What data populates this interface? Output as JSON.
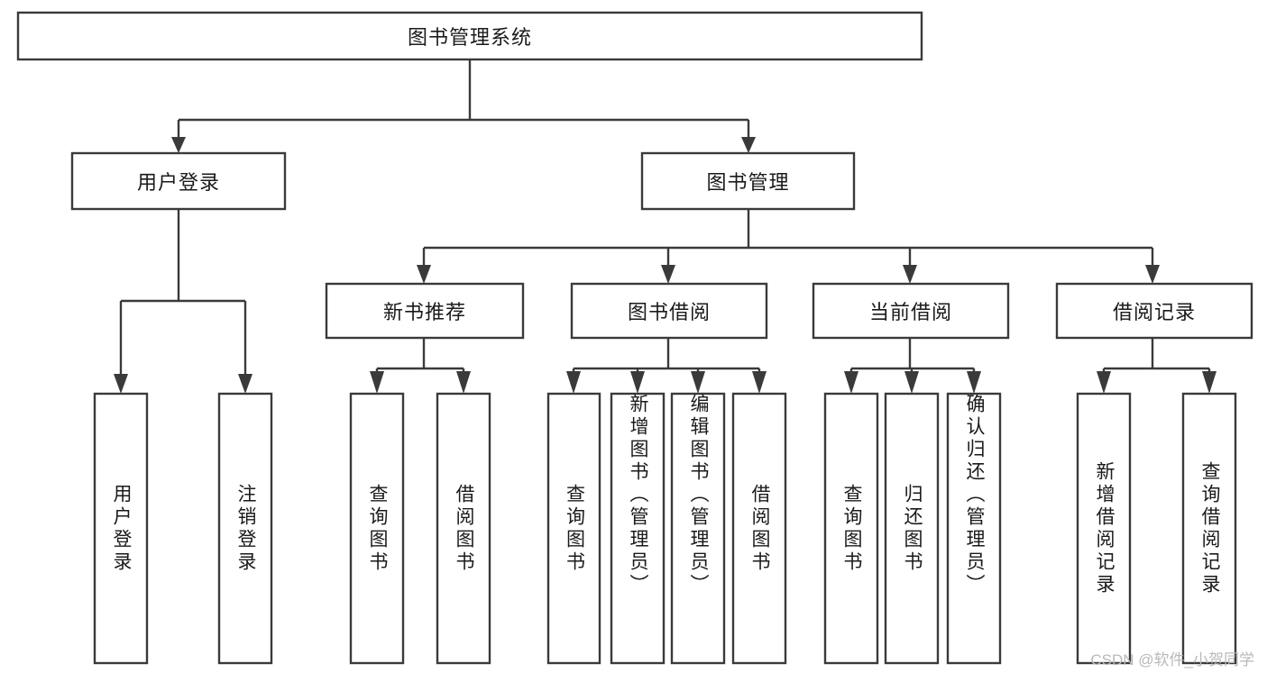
{
  "diagram": {
    "type": "tree-hierarchy-chart",
    "title": "图书管理系统",
    "watermark": "CSDN @软件_小贺同学",
    "colors": {
      "stroke": "#3a3a3a",
      "fill": "#ffffff",
      "text": "#1a1a1a",
      "watermark": "#b9b9b9"
    },
    "root": {
      "label": "图书管理系统"
    },
    "level1": [
      {
        "label": "用户登录"
      },
      {
        "label": "图书管理"
      }
    ],
    "level2": [
      {
        "label": "新书推荐"
      },
      {
        "label": "图书借阅"
      },
      {
        "label": "当前借阅"
      },
      {
        "label": "借阅记录"
      }
    ],
    "leaves": {
      "user_login": [
        {
          "label": "用户登录"
        },
        {
          "label": "注销登录"
        }
      ],
      "new_book_recommend": [
        {
          "label": "查询图书"
        },
        {
          "label": "借阅图书"
        }
      ],
      "book_borrow": [
        {
          "label": "查询图书"
        },
        {
          "label": "新增图书（管理员）"
        },
        {
          "label": "编辑图书（管理员）"
        },
        {
          "label": "借阅图书"
        }
      ],
      "current_borrow": [
        {
          "label": "查询图书"
        },
        {
          "label": "归还图书"
        },
        {
          "label": "确认归还（管理员）"
        }
      ],
      "borrow_record": [
        {
          "label": "新增借阅记录"
        },
        {
          "label": "查询借阅记录"
        }
      ]
    }
  }
}
